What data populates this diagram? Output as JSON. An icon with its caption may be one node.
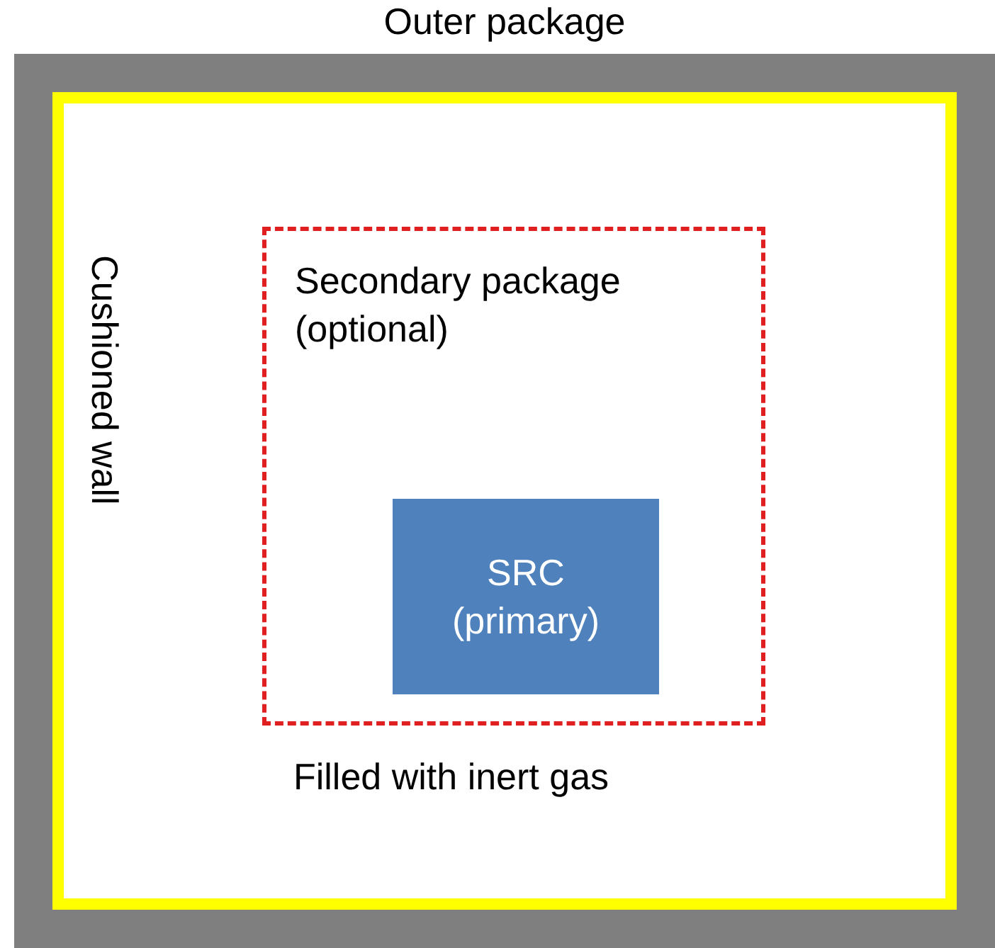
{
  "diagram": {
    "nodes": [
      {
        "text": [
          "Outer package"
        ]
      },
      {
        "text": [
          "Secondary package (optional)"
        ],
        "in": 0
      },
      {
        "text": [
          "SRC (primary)"
        ],
        "in": 1
      }
    ],
    "edges": [],
    "labels": [
      "Cushioned wall",
      "Filled with inert gas"
    ]
  }
}
